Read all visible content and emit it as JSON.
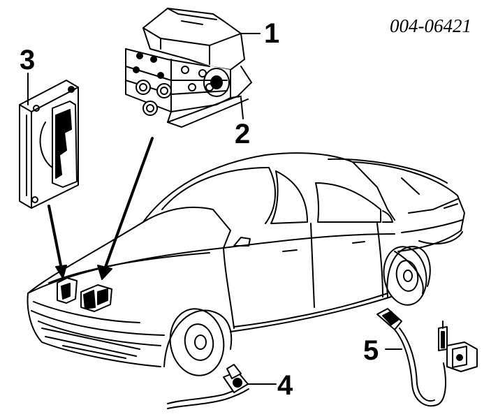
{
  "diagram": {
    "code": "004-06421",
    "labels": {
      "one": "1",
      "two": "2",
      "three": "3",
      "four": "4",
      "five": "5"
    }
  }
}
